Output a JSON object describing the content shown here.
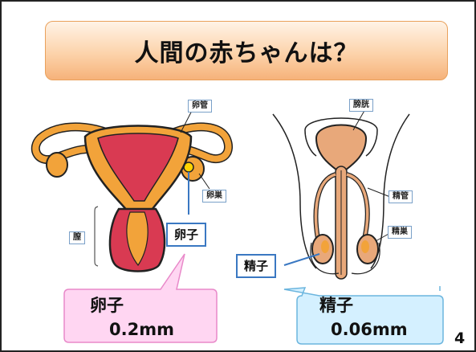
{
  "title": "人間の赤ちゃんは？",
  "female": {
    "tag_oviduct": "卵管",
    "tag_ovary": "卵巣",
    "tag_vagina": "膣",
    "egg_label": "卵子",
    "callout_line1": "卵子",
    "callout_line2": "0.2mm"
  },
  "male": {
    "tag_bladder": "膀胱",
    "tag_vas": "精管",
    "tag_testis": "精巣",
    "sperm_label": "精子",
    "callout_line1": "精子",
    "callout_line2": "0.06mm"
  },
  "page_number": "4",
  "colors": {
    "uterus_outer": "#f2a33a",
    "uterus_inner": "#d93a52",
    "callout_pink": "#ffd6f2",
    "callout_blue": "#d4f0ff",
    "label_border": "#3a78c2"
  }
}
